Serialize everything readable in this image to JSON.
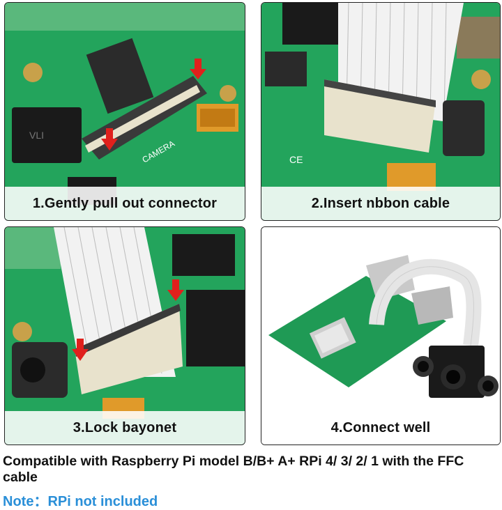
{
  "steps": [
    {
      "caption": "1.Gently pull out connector"
    },
    {
      "caption": "2.Insert nbbon cable"
    },
    {
      "caption": "3.Lock bayonet"
    },
    {
      "caption": "4.Connect well"
    }
  ],
  "compatibility": "Compatible with Raspberry Pi model B/B+ A+ RPi 4/ 3/ 2/ 1 with the FFC cable",
  "note": {
    "label": "Note：",
    "text": "RPi not included"
  },
  "colors": {
    "pcb": "#1f9a55",
    "arrow": "#e0201c",
    "note": "#2a8fd8"
  }
}
